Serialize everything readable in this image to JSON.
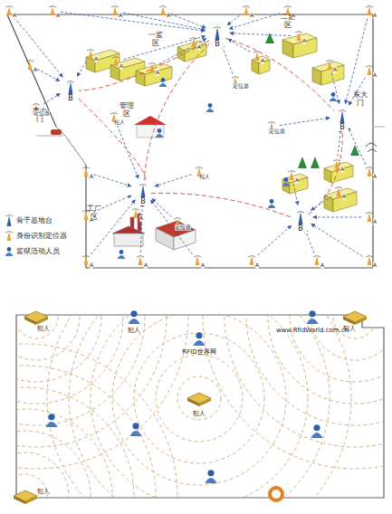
{
  "diagram": {
    "nodes": [
      {
        "text": [
          "B"
        ]
      },
      {
        "text": [
          "B"
        ]
      },
      {
        "text": [
          "B"
        ]
      },
      {
        "text": [
          "B"
        ]
      },
      {
        "text": [
          "B"
        ]
      }
    ],
    "edges": [
      {
        "from": 0,
        "to": 1,
        "arrow": "none"
      },
      {
        "from": 0,
        "to": 4,
        "arrow": "none"
      },
      {
        "from": 1,
        "to": 2,
        "arrow": "none"
      },
      {
        "from": 0,
        "to": 2,
        "arrow": "none"
      },
      {
        "from": 4,
        "to": 3,
        "arrow": "none"
      },
      {
        "from": 2,
        "to": 3,
        "arrow": "none"
      }
    ],
    "labels": [
      "一监区",
      "二监区",
      "管理区",
      "工厂区",
      "西大门",
      "东大门",
      "A",
      "A",
      "A",
      "A",
      "A",
      "A",
      "A",
      "A",
      "A",
      "A",
      "A",
      "A",
      "A",
      "A",
      "A",
      "A",
      "A",
      "A",
      "A",
      "A",
      "A",
      "A",
      "A",
      "A",
      "A",
      "A",
      "A",
      "A",
      "A",
      "A",
      "定位器",
      "定位器",
      "定位器",
      "定位器",
      "犯人",
      "犯人",
      "犯人",
      "犯人",
      "犯人",
      "犯人",
      "犯人",
      "RFID世界网",
      "www.RfidWorld.com.cn"
    ],
    "legend": [
      {
        "text": "骨干基地台"
      },
      {
        "text": "身份识别定位器"
      },
      {
        "text": "监狱活动人员"
      }
    ]
  }
}
